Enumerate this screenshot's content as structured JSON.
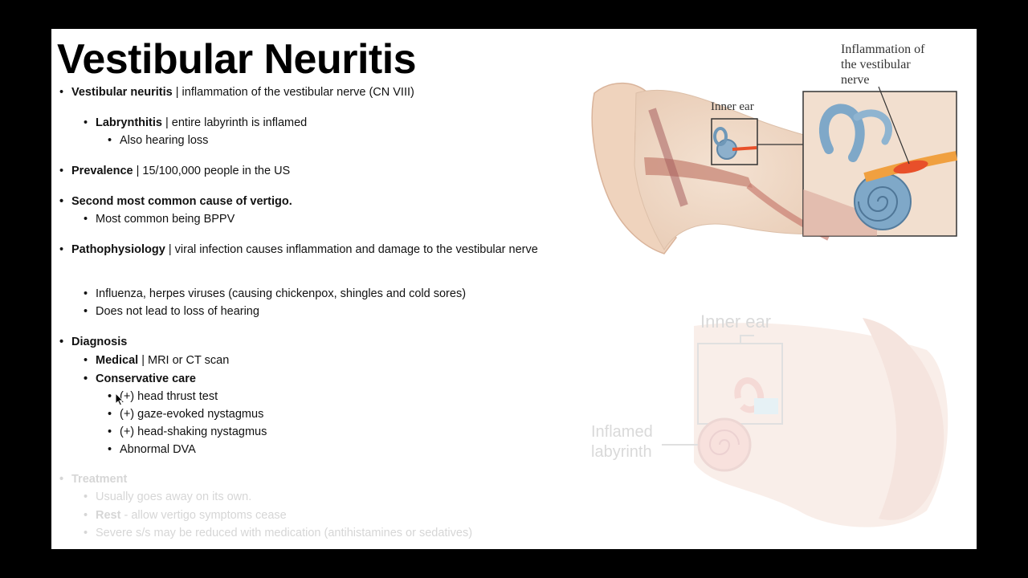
{
  "slide": {
    "title": "Vestibular Neuritis",
    "bullets": {
      "vn_term": "Vestibular neuritis",
      "vn_def": " | inflammation of the vestibular nerve (CN VIII)",
      "lab_term": "Labrynthitis",
      "lab_def": " | entire labyrinth is inflamed",
      "lab_sub": "Also hearing loss",
      "prev_term": "Prevalence",
      "prev_def": " | 15/100,000 people in the US",
      "second": "Second most common cause of vertigo.",
      "second_sub": "Most common being BPPV",
      "path_term": "Pathophysiology",
      "path_def": " | viral infection causes inflammation and damage to the vestibular nerve",
      "path_sub1": "Influenza, herpes viruses (causing chickenpox, shingles and cold sores)",
      "path_sub2": "Does not lead to loss of hearing",
      "diag": "Diagnosis",
      "med_term": "Medical",
      "med_def": " | MRI or CT scan",
      "cons": "Conservative care",
      "cons_1": "(+) head thrust test",
      "cons_2": "(+) gaze-evoked nystagmus",
      "cons_3": "(+) head-shaking nystagmus",
      "cons_4": "Abnormal DVA",
      "treat": "Treatment",
      "treat_1": "Usually goes away on its own.",
      "rest_term": "Rest",
      "rest_def": " - allow vertigo symptoms cease",
      "treat_3": "Severe s/s may be reduced with medication (antihistamines or sedatives)"
    }
  },
  "figure_top": {
    "label_inner_ear": "Inner ear",
    "label_inflam_1": "Inflammation of",
    "label_inflam_2": "the vestibular",
    "label_inflam_3": "nerve"
  },
  "figure_bottom": {
    "label_inner_ear": "Inner ear",
    "label_inflamed_1": "Inflamed",
    "label_inflamed_2": "labyrinth"
  },
  "colors": {
    "background": "#000000",
    "slide": "#ffffff",
    "faded_text": "#d6d6d6",
    "nerve_inflamed": "#e8502a",
    "cochlea_blue": "#7fa8c8",
    "skin": "#efd7c4"
  }
}
